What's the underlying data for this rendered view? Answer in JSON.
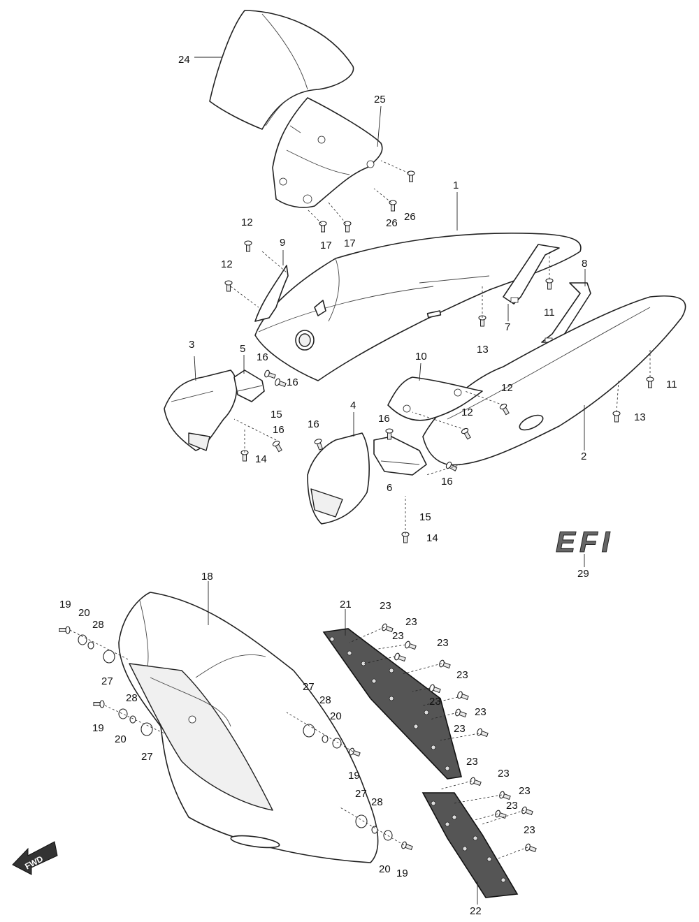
{
  "emblem": {
    "text": "EFI"
  },
  "direction": {
    "text": "FWD"
  },
  "labels": [
    {
      "id": "l24a",
      "text": "24"
    },
    {
      "id": "l25",
      "text": "25"
    },
    {
      "id": "l1",
      "text": "1"
    },
    {
      "id": "l26a",
      "text": "26"
    },
    {
      "id": "l26b",
      "text": "26"
    },
    {
      "id": "l17a",
      "text": "17"
    },
    {
      "id": "l17b",
      "text": "17"
    },
    {
      "id": "l12a",
      "text": "12"
    },
    {
      "id": "l9",
      "text": "9"
    },
    {
      "id": "l12b",
      "text": "12"
    },
    {
      "id": "l8",
      "text": "8"
    },
    {
      "id": "l11a",
      "text": "11"
    },
    {
      "id": "l7",
      "text": "7"
    },
    {
      "id": "l13a",
      "text": "13"
    },
    {
      "id": "l3",
      "text": "3"
    },
    {
      "id": "l5",
      "text": "5"
    },
    {
      "id": "l16a",
      "text": "16"
    },
    {
      "id": "l16b",
      "text": "16"
    },
    {
      "id": "l15a",
      "text": "15"
    },
    {
      "id": "l16c",
      "text": "16"
    },
    {
      "id": "l14a",
      "text": "14"
    },
    {
      "id": "l10",
      "text": "10"
    },
    {
      "id": "l12c",
      "text": "12"
    },
    {
      "id": "l11b",
      "text": "11"
    },
    {
      "id": "l12d",
      "text": "12"
    },
    {
      "id": "l13b",
      "text": "13"
    },
    {
      "id": "l2",
      "text": "2"
    },
    {
      "id": "l16d",
      "text": "16"
    },
    {
      "id": "l4",
      "text": "4"
    },
    {
      "id": "l16e",
      "text": "16"
    },
    {
      "id": "l6",
      "text": "6"
    },
    {
      "id": "l16f",
      "text": "16"
    },
    {
      "id": "l15b",
      "text": "15"
    },
    {
      "id": "l14b",
      "text": "14"
    },
    {
      "id": "l29",
      "text": "29"
    },
    {
      "id": "l18",
      "text": "18"
    },
    {
      "id": "l19a",
      "text": "19"
    },
    {
      "id": "l20a",
      "text": "20"
    },
    {
      "id": "l28a",
      "text": "28"
    },
    {
      "id": "l27a",
      "text": "27"
    },
    {
      "id": "l19b",
      "text": "19"
    },
    {
      "id": "l28b",
      "text": "28"
    },
    {
      "id": "l20b",
      "text": "20"
    },
    {
      "id": "l27b",
      "text": "27"
    },
    {
      "id": "l21",
      "text": "21"
    },
    {
      "id": "l23a",
      "text": "23"
    },
    {
      "id": "l23b",
      "text": "23"
    },
    {
      "id": "l23c",
      "text": "23"
    },
    {
      "id": "l23d",
      "text": "23"
    },
    {
      "id": "l23e",
      "text": "23"
    },
    {
      "id": "l23f",
      "text": "23"
    },
    {
      "id": "l23g",
      "text": "23"
    },
    {
      "id": "l23h",
      "text": "23"
    },
    {
      "id": "l27c",
      "text": "27"
    },
    {
      "id": "l28c",
      "text": "28"
    },
    {
      "id": "l20c",
      "text": "20"
    },
    {
      "id": "l19c",
      "text": "19"
    },
    {
      "id": "l23i",
      "text": "23"
    },
    {
      "id": "l23j",
      "text": "23"
    },
    {
      "id": "l23k",
      "text": "23"
    },
    {
      "id": "l23l",
      "text": "23"
    },
    {
      "id": "l23m",
      "text": "23"
    },
    {
      "id": "l27d",
      "text": "27"
    },
    {
      "id": "l28d",
      "text": "28"
    },
    {
      "id": "l20d",
      "text": "20"
    },
    {
      "id": "l19d",
      "text": "19"
    },
    {
      "id": "l22",
      "text": "22"
    }
  ]
}
